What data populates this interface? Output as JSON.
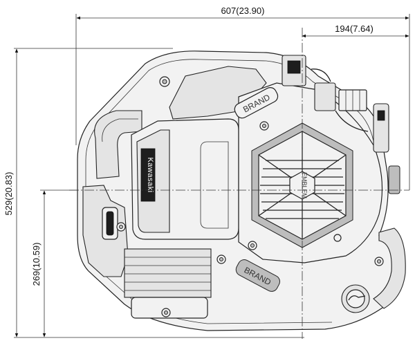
{
  "dimensions": {
    "overall_width": "607(23.90)",
    "offset_width": "194(7.64)",
    "overall_depth": "529(20.83)",
    "offset_depth": "269(10.59)"
  },
  "labels": {
    "logo_text": "Kawasaki",
    "brand_upper": "BRAND",
    "brand_lower": "BRAND",
    "emblem": "EMBLEM"
  },
  "colors": {
    "line": "#222222",
    "housing_fill": "#f2f2f2",
    "shade_fill": "#e4e4e4",
    "dark_fill": "#1e1e1e"
  }
}
